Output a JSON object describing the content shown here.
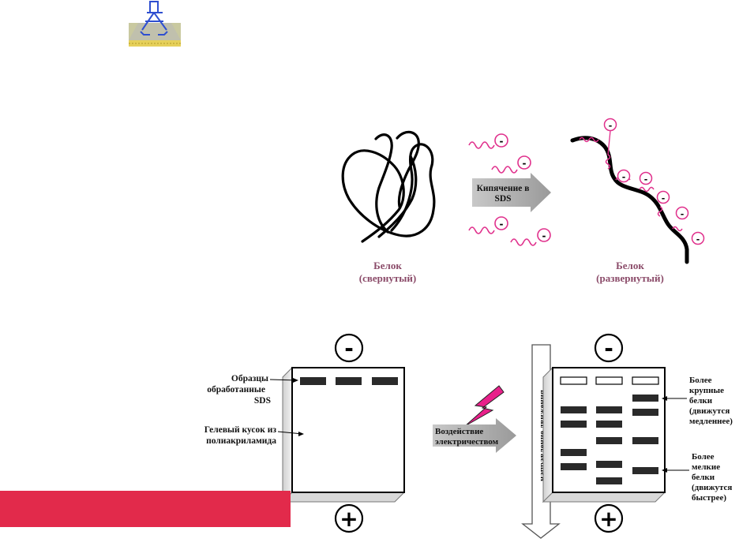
{
  "colors": {
    "banner": "#e22a4b",
    "sds_pink": "#e0308c",
    "label_mauve": "#8a4a68",
    "lightning": "#e8208a"
  },
  "icons": {
    "logo": "microscope-logo-icon",
    "lightning": "lightning-bolt-icon"
  },
  "top": {
    "arrow_text": [
      "Кипячение в",
      "SDS"
    ],
    "folded_label": [
      "Белок",
      "(свернутый)"
    ],
    "unfolded_label": [
      "Белок",
      "(развернутый)"
    ],
    "sds_charge": "-"
  },
  "bottom": {
    "minus_sign": "-",
    "plus_sign": "+",
    "samples_label": [
      "Образцы",
      "обработанные",
      "SDS"
    ],
    "gel_label": [
      "Гелевый кусок из",
      "полиакриламида"
    ],
    "arrow_text": [
      "Воздействие",
      "электричеством"
    ],
    "direction_label": "направление движения",
    "large_label": [
      "Более",
      "крупные",
      "белки",
      "(движутся",
      "медленнее)"
    ],
    "small_label": [
      "Более",
      "мелкие",
      "белки",
      "(движутся",
      "быстрее)"
    ]
  }
}
